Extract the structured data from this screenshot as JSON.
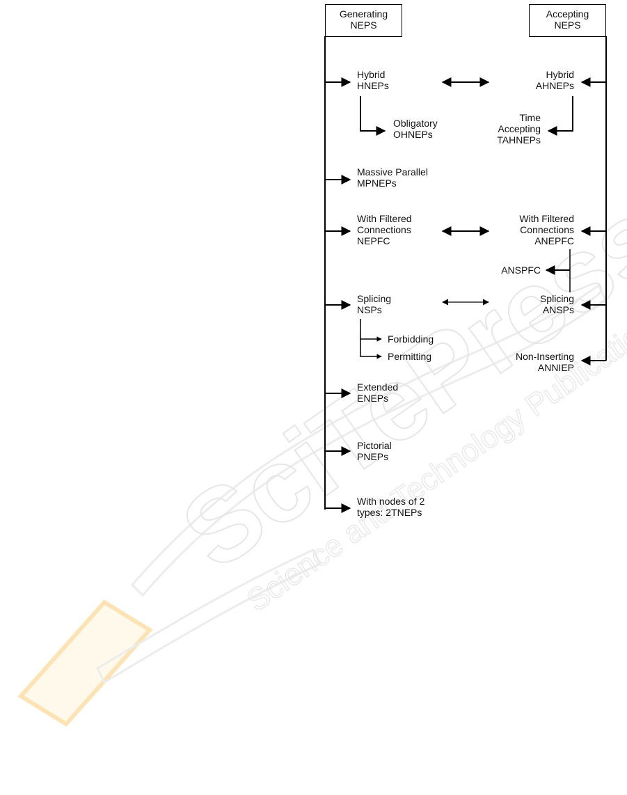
{
  "watermark": {
    "text": "SciTePress",
    "subtext": "Science and Technology Publications",
    "colors": {
      "shape": "#ebebeb",
      "accent": "#fde3b3"
    }
  },
  "headers": {
    "generating": [
      "Generating",
      "NEPS"
    ],
    "accepting": [
      "Accepting",
      "NEPS"
    ]
  },
  "generating_items": {
    "hybrid": [
      "Hybrid",
      "HNEPs"
    ],
    "obligatory": [
      "Obligatory",
      "OHNEPs"
    ],
    "massive_parallel": [
      "Massive Parallel",
      "MPNEPs"
    ],
    "filtered": [
      "With Filtered",
      "Connections",
      "NEPFC"
    ],
    "splicing": [
      "Splicing",
      "NSPs"
    ],
    "forbidding": "Forbidding",
    "permitting": "Permitting",
    "extended": [
      "Extended",
      "ENEPs"
    ],
    "pictorial": [
      "Pictorial",
      "PNEPs"
    ],
    "two_types": [
      "With nodes of 2",
      "types: 2TNEPs"
    ]
  },
  "accepting_items": {
    "hybrid": [
      "Hybrid",
      "AHNEPs"
    ],
    "time_accepting": [
      "Time",
      "Accepting",
      "TAHNEPs"
    ],
    "filtered": [
      "With Filtered",
      "Connections",
      "ANEPFC"
    ],
    "anspfc": "ANSPFC",
    "splicing": [
      "Splicing",
      "ANSPs"
    ],
    "non_inserting": [
      "Non-Inserting",
      "ANNIEP"
    ]
  }
}
